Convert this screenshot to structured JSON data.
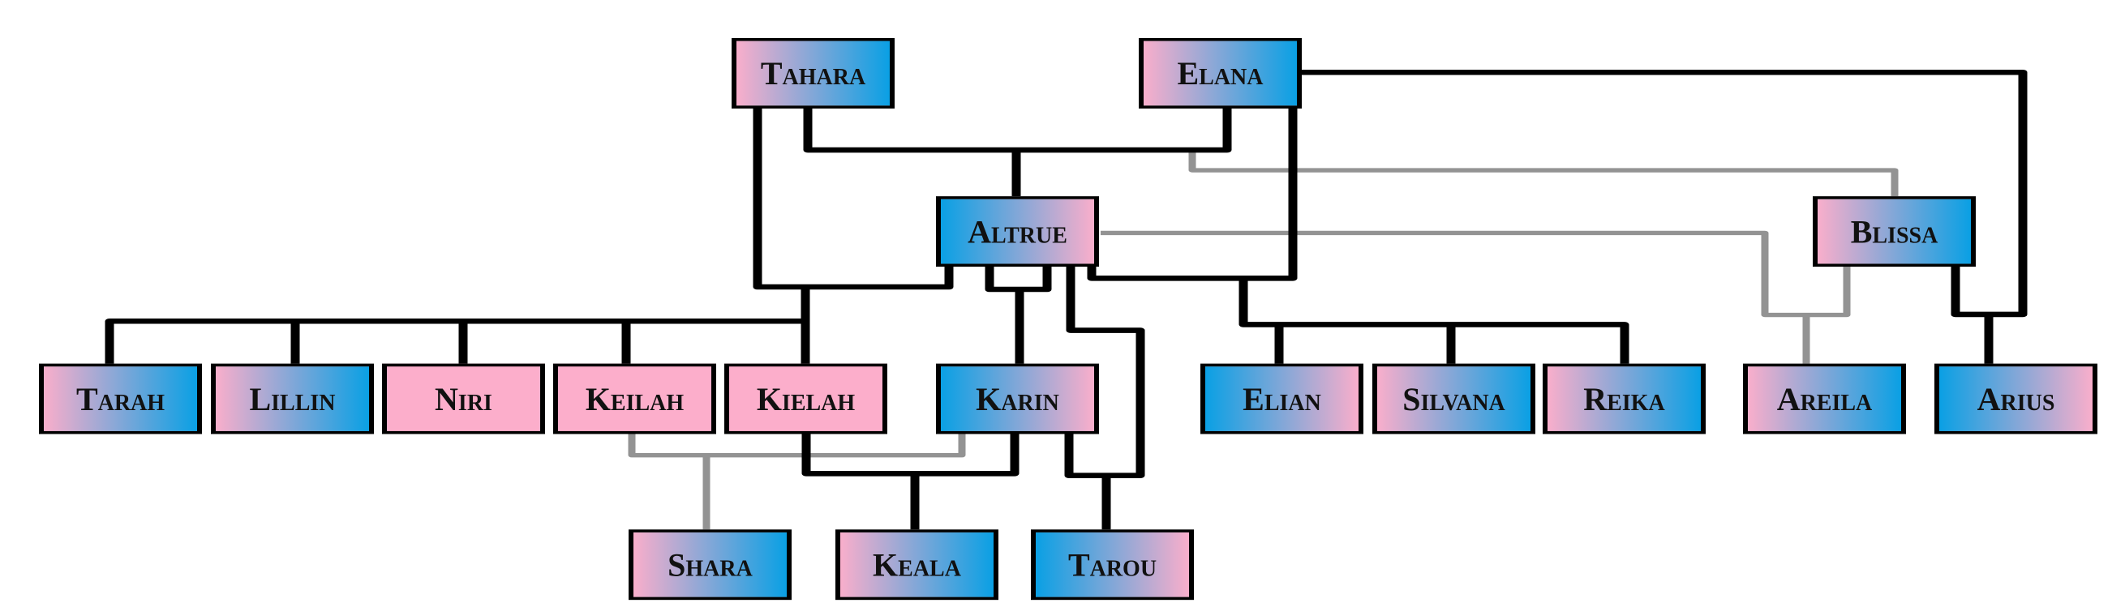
{
  "colors": {
    "pink": "#f9aecb",
    "blue": "#0aa0e4",
    "line": "#000000",
    "secondary_line": "#939393"
  },
  "people": {
    "tahara": "Tahara",
    "elana": "Elana",
    "altrue": "Altrue",
    "blissa": "Blissa",
    "tarah": "Tarah",
    "lillin": "Lillin",
    "niri": "Niri",
    "keilah": "Keilah",
    "kielah": "Kielah",
    "karin": "Karin",
    "elian": "Elian",
    "silvana": "Silvana",
    "reika": "Reika",
    "areila": "Areila",
    "arius": "Arius",
    "shara": "Shara",
    "keala": "Keala",
    "tarou": "Tarou"
  }
}
